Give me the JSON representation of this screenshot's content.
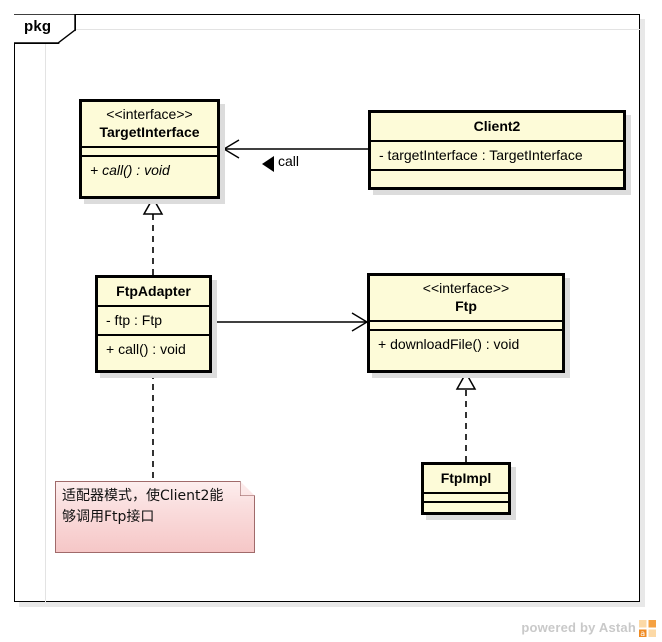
{
  "package": {
    "tab_label": "pkg"
  },
  "classes": {
    "target_interface": {
      "stereotype": "<<interface>>",
      "name": "TargetInterface",
      "attributes": [],
      "operations": [
        "+ call() : void"
      ]
    },
    "client2": {
      "stereotype": "",
      "name": "Client2",
      "attributes": [
        "- targetInterface : TargetInterface"
      ],
      "operations": []
    },
    "ftp_adapter": {
      "stereotype": "",
      "name": "FtpAdapter",
      "attributes": [
        "- ftp : Ftp"
      ],
      "operations": [
        "+ call() : void"
      ]
    },
    "ftp": {
      "stereotype": "<<interface>>",
      "name": "Ftp",
      "attributes": [],
      "operations": [
        "+ downloadFile() : void"
      ]
    },
    "ftp_impl": {
      "stereotype": "",
      "name": "FtpImpl",
      "attributes": [],
      "operations": []
    }
  },
  "relations": {
    "client2_to_target": {
      "label": "call",
      "type": "association-directed"
    },
    "adapter_realizes_target": {
      "label": "",
      "type": "realization"
    },
    "adapter_to_ftp": {
      "label": "",
      "type": "association-directed"
    },
    "ftpimpl_realizes_ftp": {
      "label": "",
      "type": "realization"
    },
    "note_anchor": {
      "label": "",
      "type": "anchor"
    }
  },
  "note": {
    "line1": "适配器模式，使Client2能",
    "line2": "够调用Ftp接口"
  },
  "watermark": {
    "text": "powered by Astah"
  },
  "colors": {
    "class_fill": "#fdfbd8",
    "class_border": "#000000",
    "note_fill_top": "#fdeeee",
    "note_fill_bottom": "#f6c7c7",
    "note_border": "#a06a6a",
    "shadow": "#dcdcdc",
    "watermark_text": "#c9c9c9",
    "logo_orange": "#f0932b"
  }
}
